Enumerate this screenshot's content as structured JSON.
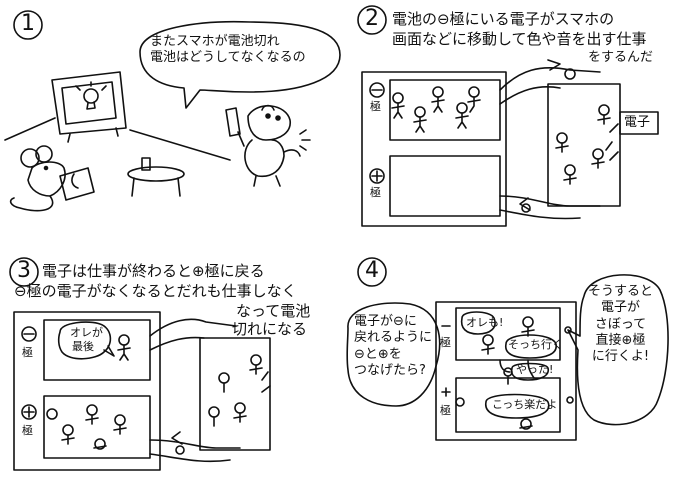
{
  "panels": [
    {
      "number": "1",
      "speech": [
        "またスマホが電池切れ",
        "電池はどうしてなくなるの"
      ]
    },
    {
      "number": "2",
      "caption": [
        "電池の⊖極にいる電子がスマホの",
        "画面などに移動して色や音を出す仕事",
        "をするんだ"
      ],
      "minus_label": [
        "⊖",
        "極"
      ],
      "plus_label": [
        "⊕",
        "極"
      ],
      "device_label": "電子"
    },
    {
      "number": "3",
      "caption": [
        "電子は仕事が終わると⊕極に戻る",
        "⊖極の電子がなくなるとだれも仕事しなく",
        "なって電池",
        "切れになる"
      ],
      "bubble": [
        "オレが",
        "最後"
      ],
      "minus_label": [
        "⊖",
        "極"
      ],
      "plus_label": [
        "⊕",
        "極"
      ]
    },
    {
      "number": "4",
      "left_bubble": [
        "電子が⊖に",
        "戻れるように",
        "⊖と⊕を",
        "つなげたら?"
      ],
      "right_bubble": [
        "そうすると",
        "電子が",
        "さぼって",
        "直接⊕極",
        "に行くよ!"
      ],
      "minus_label": [
        "⊖",
        "極"
      ],
      "plus_label": [
        "⊕",
        "極"
      ],
      "bubble_ore": "オレも!",
      "bubble_socchi": "そっち行く",
      "bubble_yatta": "やった!",
      "bubble_kocchi": "こっち楽だよ"
    }
  ]
}
